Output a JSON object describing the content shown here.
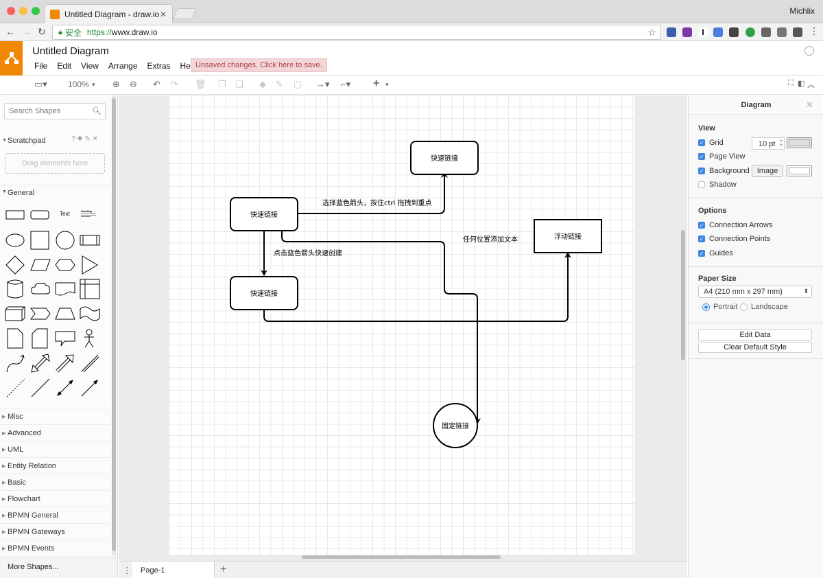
{
  "browser": {
    "tab_title": "Untitled Diagram - draw.io",
    "tab_close": "✕",
    "user_name": "Michlix",
    "secure_label": "安全",
    "url_protocol": "https://",
    "url_host": "www.draw.io"
  },
  "app": {
    "title": "Untitled Diagram",
    "menus": [
      "File",
      "Edit",
      "View",
      "Arrange",
      "Extras",
      "Help"
    ],
    "unsaved_notice": "Unsaved changes. Click here to save.",
    "brand_color": "#f08705"
  },
  "toolbar": {
    "zoom": "100%"
  },
  "left_panel": {
    "search_placeholder": "Search Shapes",
    "scratchpad_title": "Scratchpad",
    "scratchpad_icons": "? ✚ ✎ ✕",
    "scratchpad_drop_hint": "Drag elements here",
    "general_title": "General",
    "text_shape_label": "Text",
    "heading_shape_label": "Heading",
    "categories": [
      "Misc",
      "Advanced",
      "UML",
      "Entity Relation",
      "Basic",
      "Flowchart",
      "BPMN General",
      "BPMN Gateways",
      "BPMN Events"
    ],
    "more_shapes": "More Shapes..."
  },
  "diagram": {
    "nodes": {
      "top_right": "快速链接",
      "left_top": "快速链接",
      "left_bottom": "快速链接",
      "float": "浮动链接",
      "fixed": "固定链接"
    },
    "labels": {
      "drag_tip": "选择蓝色箭头，按住ctrl 拖拽到重点",
      "click_tip": "点击蓝色箭头快速创建",
      "anywhere_tip": "任何位置添加文本"
    }
  },
  "page_bar": {
    "page_name": "Page-1"
  },
  "right_panel": {
    "title": "Diagram",
    "view_heading": "View",
    "grid_label": "Grid",
    "grid_checked": true,
    "grid_size": "10 pt",
    "page_view_label": "Page View",
    "page_view_checked": true,
    "background_label": "Background",
    "background_checked": true,
    "image_button": "Image",
    "shadow_label": "Shadow",
    "shadow_checked": false,
    "options_heading": "Options",
    "connection_arrows_label": "Connection Arrows",
    "connection_points_label": "Connection Points",
    "guides_label": "Guides",
    "paper_size_heading": "Paper Size",
    "paper_size_value": "A4 (210 mm x 297 mm)",
    "portrait_label": "Portrait",
    "landscape_label": "Landscape",
    "orientation_selected": "Portrait",
    "edit_data_button": "Edit Data",
    "clear_style_button": "Clear Default Style",
    "accent_color": "#3f86e3"
  }
}
